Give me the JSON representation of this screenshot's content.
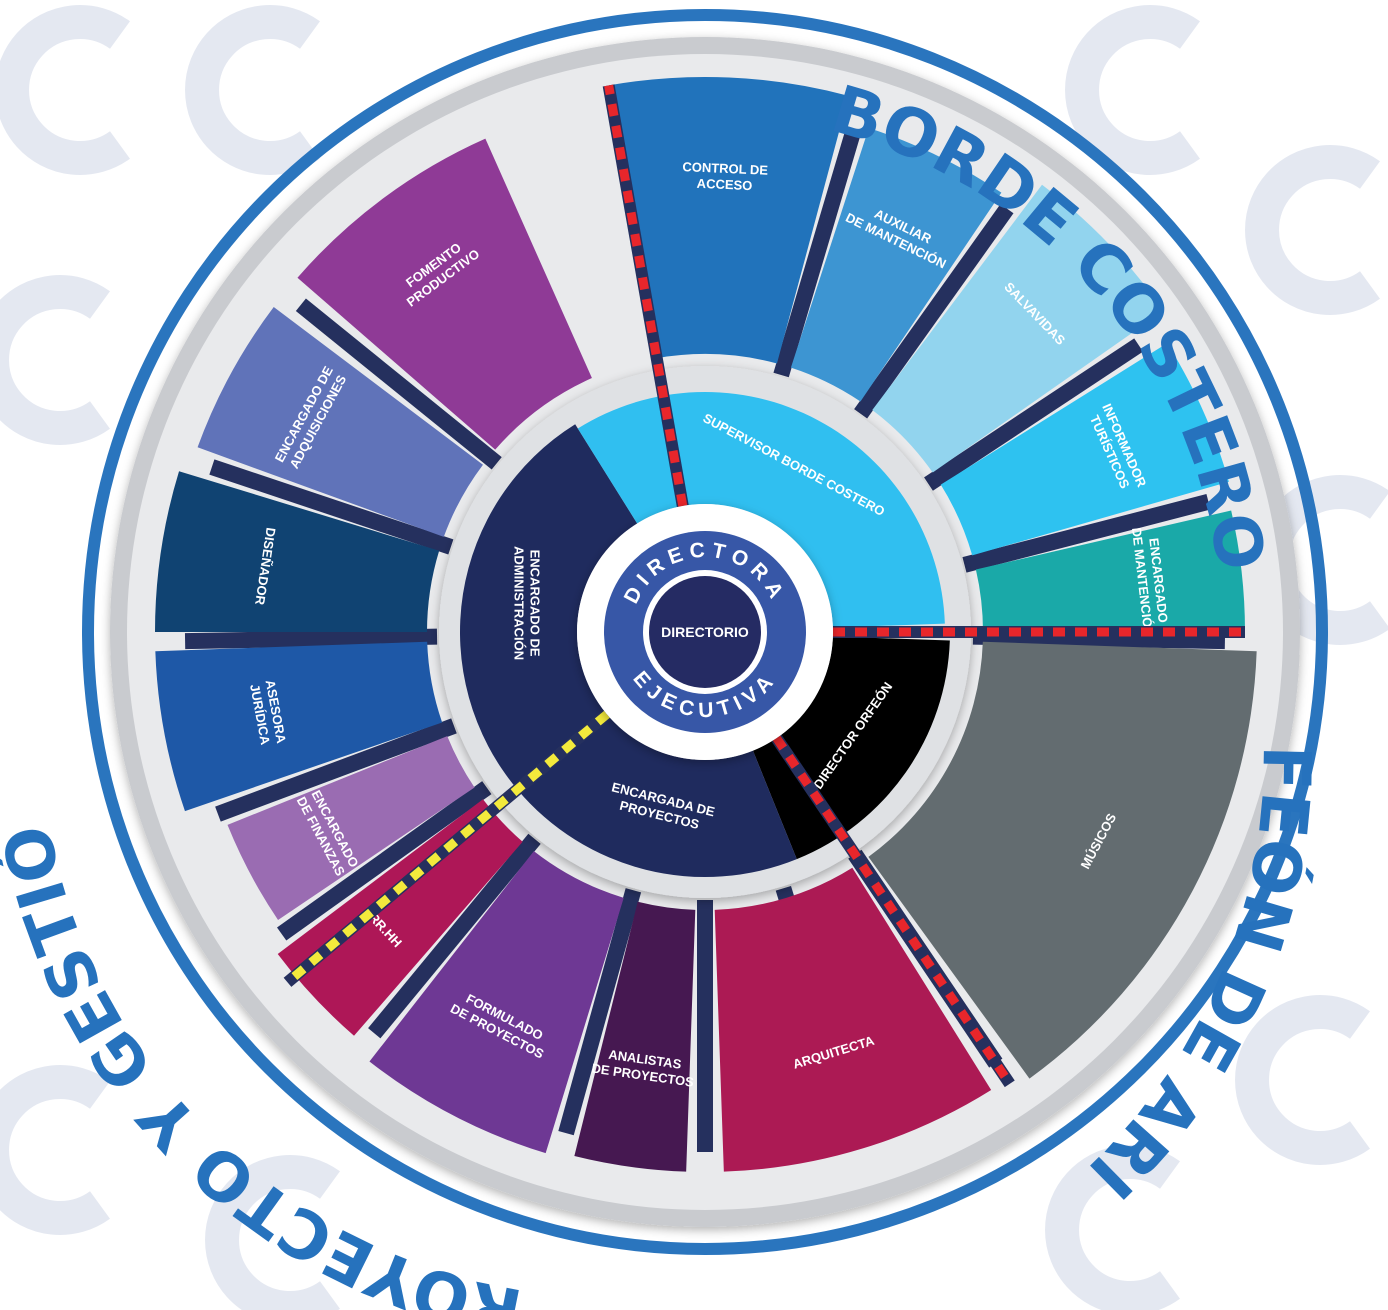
{
  "areas": {
    "top": "BORDE COSTERO",
    "right": "ORFEÓN DE ARICA",
    "left": "PROYECTO Y GESTIÓN"
  },
  "center": {
    "ring_text_top": "DIRECTORA",
    "ring_text_bottom": "EJECUTIVA",
    "core_label": "DIRECTORIO"
  },
  "inner_units": [
    {
      "name": "unit-encargado-administracion",
      "lines": [
        "ENCARGADO DE",
        "ADMINISTRACIÓN"
      ],
      "color": "#1f2b5e"
    },
    {
      "name": "unit-supervisor-borde-costero",
      "lines": [
        "SUPERVISOR BORDE COSTERO"
      ],
      "color": "#30bff0"
    },
    {
      "name": "unit-director-orfeon",
      "lines": [
        "DIRECTOR ORFEÓN"
      ],
      "color": "#000000"
    },
    {
      "name": "unit-encargada-proyectos",
      "lines": [
        "ENCARGADA DE",
        "PROYECTOS"
      ],
      "color": "#1f2b5e"
    }
  ],
  "outer_units": [
    {
      "name": "unit-control-acceso",
      "lines": [
        "CONTROL DE",
        "ACCESO"
      ],
      "color": "#2173bb"
    },
    {
      "name": "unit-auxiliar-mantencion",
      "lines": [
        "AUXILIAR",
        "DE MANTENCIÓN"
      ],
      "color": "#3d95d2"
    },
    {
      "name": "unit-salvavidas",
      "lines": [
        "SALVAVIDAS"
      ],
      "color": "#92d4ee"
    },
    {
      "name": "unit-informador-turisticos",
      "lines": [
        "INFORMADOR",
        "TURÍSTICOS"
      ],
      "color": "#2ec2f0"
    },
    {
      "name": "unit-encargado-mantencion",
      "lines": [
        "ENCARGADO",
        "DE MANTENCIÓN"
      ],
      "color": "#1aa9a8"
    },
    {
      "name": "unit-musicos",
      "lines": [
        "MÚSICOS"
      ],
      "color": "#636c70"
    },
    {
      "name": "unit-arquitecta",
      "lines": [
        "ARQUITECTA"
      ],
      "color": "#ac1a54"
    },
    {
      "name": "unit-analistas-proyectos",
      "lines": [
        "ANALISTAS",
        "DE PROYECTOS"
      ],
      "color": "#461851"
    },
    {
      "name": "unit-formulado-proyectos",
      "lines": [
        "FORMULADO",
        "DE PROYECTOS"
      ],
      "color": "#6e3894"
    },
    {
      "name": "unit-rrhh",
      "lines": [
        "RR.HH"
      ],
      "color": "#ae1757"
    },
    {
      "name": "unit-encargado-finanzas",
      "lines": [
        "ENCARGADO",
        "DE FINANZAS"
      ],
      "color": "#9a6cb2"
    },
    {
      "name": "unit-asesora-juridica",
      "lines": [
        "ASESORA",
        "JURÍDICA"
      ],
      "color": "#1e58a7"
    },
    {
      "name": "unit-disenador",
      "lines": [
        "DISEÑADOR"
      ],
      "color": "#104372"
    },
    {
      "name": "unit-encargado-adquisiciones",
      "lines": [
        "ENCARGADO DE",
        "ADQUISICIONES"
      ],
      "color": "#6073b9"
    },
    {
      "name": "unit-fomento-productivo",
      "lines": [
        "FOMENTO",
        "PRODUCTIVO"
      ],
      "color": "#8f3a96"
    }
  ],
  "colors": {
    "outer_ring": "#2a75be",
    "rim": "#c9cbcf",
    "connector": "#25305e",
    "divider_red": "#e8262b",
    "divider_yellow": "#f3ea3c",
    "background_logo": "#e4e8f1",
    "center_ring": "#3757a7",
    "center_core": "#252b63"
  }
}
